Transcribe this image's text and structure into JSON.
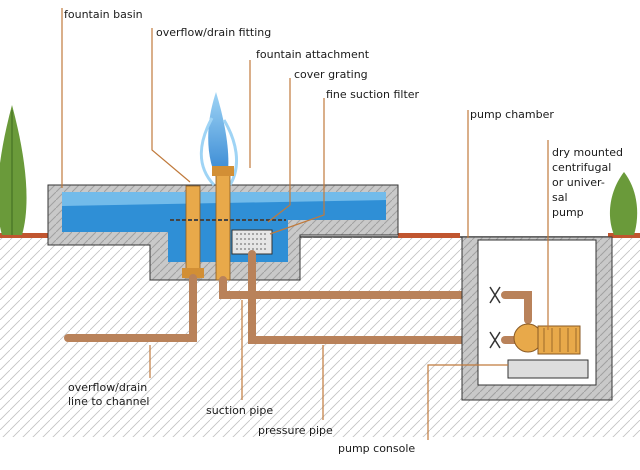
{
  "labels": {
    "fountain_basin": "fountain basin",
    "overflow_drain_fitting": "overflow/drain fitting",
    "fountain_attachment": "fountain attachment",
    "cover_grating": "cover grating",
    "fine_suction_filter": "fine suction filter",
    "pump_chamber": "pump chamber",
    "pump_line1": "dry mounted",
    "pump_line2": "centrifugal",
    "pump_line3": "or univer-",
    "pump_line4": "sal",
    "pump_line5": "pump",
    "overflow_line1": "overflow/drain",
    "overflow_line2": "line to channel",
    "suction_pipe": "suction pipe",
    "pressure_pipe": "pressure pipe",
    "pump_console": "pump console"
  },
  "colors": {
    "water": "#2f8fd6",
    "water_light": "#8fcdf2",
    "concrete": "#c9c9c9",
    "pipe": "#b9825a",
    "fitting": "#e8a94a",
    "leader": "#c07a3c",
    "soil": "#8a8a8a",
    "tree": "#6a9a3a",
    "kerb": "#c0552f"
  }
}
